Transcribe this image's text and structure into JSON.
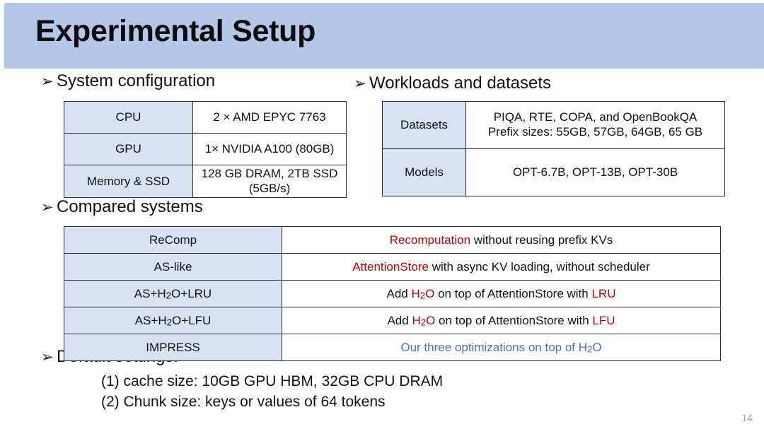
{
  "slide": {
    "title": "Experimental Setup",
    "page_number": "14",
    "banner_color": "#b4c7e7",
    "accent_red": "#c00000",
    "accent_blue": "#4472c4",
    "cell_fill": "#d9e2f3"
  },
  "bullets": {
    "marker": "➢",
    "system_config": "System configuration",
    "workloads": "Workloads and datasets",
    "compared_systems": "Compared systems",
    "default_settings": "Default settings."
  },
  "system_config_table": {
    "rows": [
      {
        "key": "CPU",
        "value": "2 × AMD EPYC 7763"
      },
      {
        "key": "GPU",
        "value": "1× NVIDIA A100 (80GB)"
      },
      {
        "key": "Memory & SSD",
        "value_line1": "128 GB DRAM, 2TB SSD",
        "value_line2": "(5GB/s)"
      }
    ]
  },
  "workloads_table": {
    "rows": [
      {
        "key": "Datasets",
        "value_line1": "PIQA, RTE, COPA, and OpenBookQA",
        "value_line2": "Prefix sizes: 55GB, 57GB, 64GB, 65 GB"
      },
      {
        "key": "Models",
        "value_line1": "OPT-6.7B, OPT-13B, OPT-30B"
      }
    ]
  },
  "compared_systems_table": {
    "rows": [
      {
        "name": "ReComp",
        "desc_parts": [
          {
            "text": "Recomputation",
            "color": "red"
          },
          {
            "text": " without reusing prefix KVs",
            "color": "default"
          }
        ]
      },
      {
        "name": "AS-like",
        "desc_parts": [
          {
            "text": "AttentionStore",
            "color": "red"
          },
          {
            "text": " with async KV loading, without scheduler",
            "color": "default"
          }
        ]
      },
      {
        "name": "AS+H2O+LRU",
        "name_sub": "2",
        "desc_parts": [
          {
            "text": "Add ",
            "color": "default"
          },
          {
            "text": "H2O",
            "color": "red",
            "sub": "2"
          },
          {
            "text": " on top of AttentionStore with ",
            "color": "default"
          },
          {
            "text": "LRU",
            "color": "red"
          }
        ]
      },
      {
        "name": "AS+H2O+LFU",
        "name_sub": "2",
        "desc_parts": [
          {
            "text": "Add ",
            "color": "default"
          },
          {
            "text": "H2O",
            "color": "red",
            "sub": "2"
          },
          {
            "text": " on top of AttentionStore with ",
            "color": "default"
          },
          {
            "text": "LFU",
            "color": "red"
          }
        ]
      },
      {
        "name": "IMPRESS",
        "desc_parts": [
          {
            "text": "Our three optimizations on top of H2O",
            "color": "blue",
            "sub_tail": "2"
          }
        ]
      }
    ]
  },
  "default_settings": {
    "line1": "(1) cache size: 10GB GPU HBM, 32GB CPU DRAM",
    "line2": "(2) Chunk size: keys or values of 64 tokens"
  }
}
